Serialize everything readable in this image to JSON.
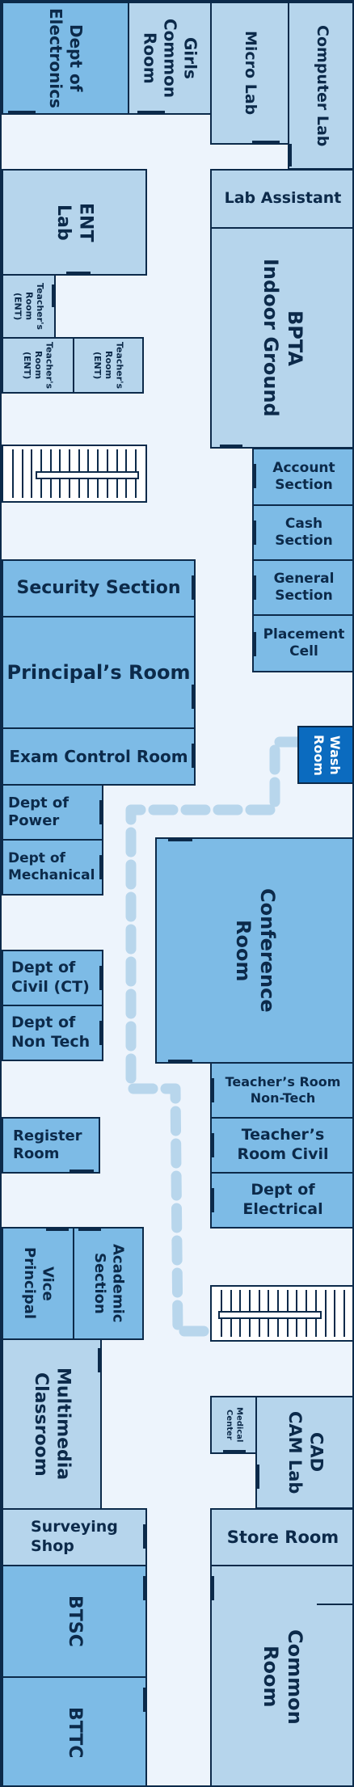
{
  "rooms": {
    "dept_electronics": "Dept of\nElectronics",
    "girls_common_room": "Girls\nCommon\nRoom",
    "micro_lab": "Micro Lab",
    "computer_lab": "Computer Lab",
    "lab_assistant": "Lab Assistant",
    "ent_lab": "ENT\nLab",
    "bpta_indoor_ground": "BPTA\nIndoor Ground",
    "teachers_room_ent_1": "Teacher's\nRoom\n(ENT)",
    "teachers_room_ent_2": "Teacher's\nRoom\n(ENT)",
    "teachers_room_ent_3": "Teacher's\nRoom\n(ENT)",
    "account_section": "Account\nSection",
    "cash_section": "Cash\nSection",
    "general_section": "General\nSection",
    "placement_cell": "Placement\nCell",
    "security_section": "Security Section",
    "principals_room": "Principal’s Room",
    "exam_control_room": "Exam Control Room",
    "wash_room": "Wash\nRoom",
    "dept_power": "Dept of\nPower",
    "dept_mechanical": "Dept of\nMechanical",
    "conference_room": "Conference\nRoom",
    "dept_civil_ct": "Dept of\nCivil (CT)",
    "dept_non_tech": "Dept of\nNon Tech",
    "teachers_room_non_tech": "Teacher’s Room\nNon-Tech",
    "teachers_room_civil": "Teacher’s\nRoom Civil",
    "dept_electrical": "Dept of\nElectrical",
    "register_room": "Register\nRoom",
    "vice_principal": "Vice\nPrincipal",
    "academic_section": "Academic\nSection",
    "multimedia_classroom": "Multimedia\nClassroom",
    "medical_center": "Medical\nCenter",
    "cad_cam_lab": "CAD\nCAM Lab",
    "surveying_shop": "Surveying\nShop",
    "store_room": "Store Room",
    "btsc": "BTSC",
    "bttc": "BTTC",
    "common_room": "Common\nRoom"
  },
  "colors": {
    "light_room": "#b6d5ec",
    "medium_room": "#7dbbe6",
    "highlight_room": "#0b6bbf",
    "outline": "#0c2a4a",
    "corridor": "#edf4fc",
    "route": "#b8d6ec"
  },
  "route": {
    "from": "wash_room",
    "to": "stairs_lower"
  }
}
